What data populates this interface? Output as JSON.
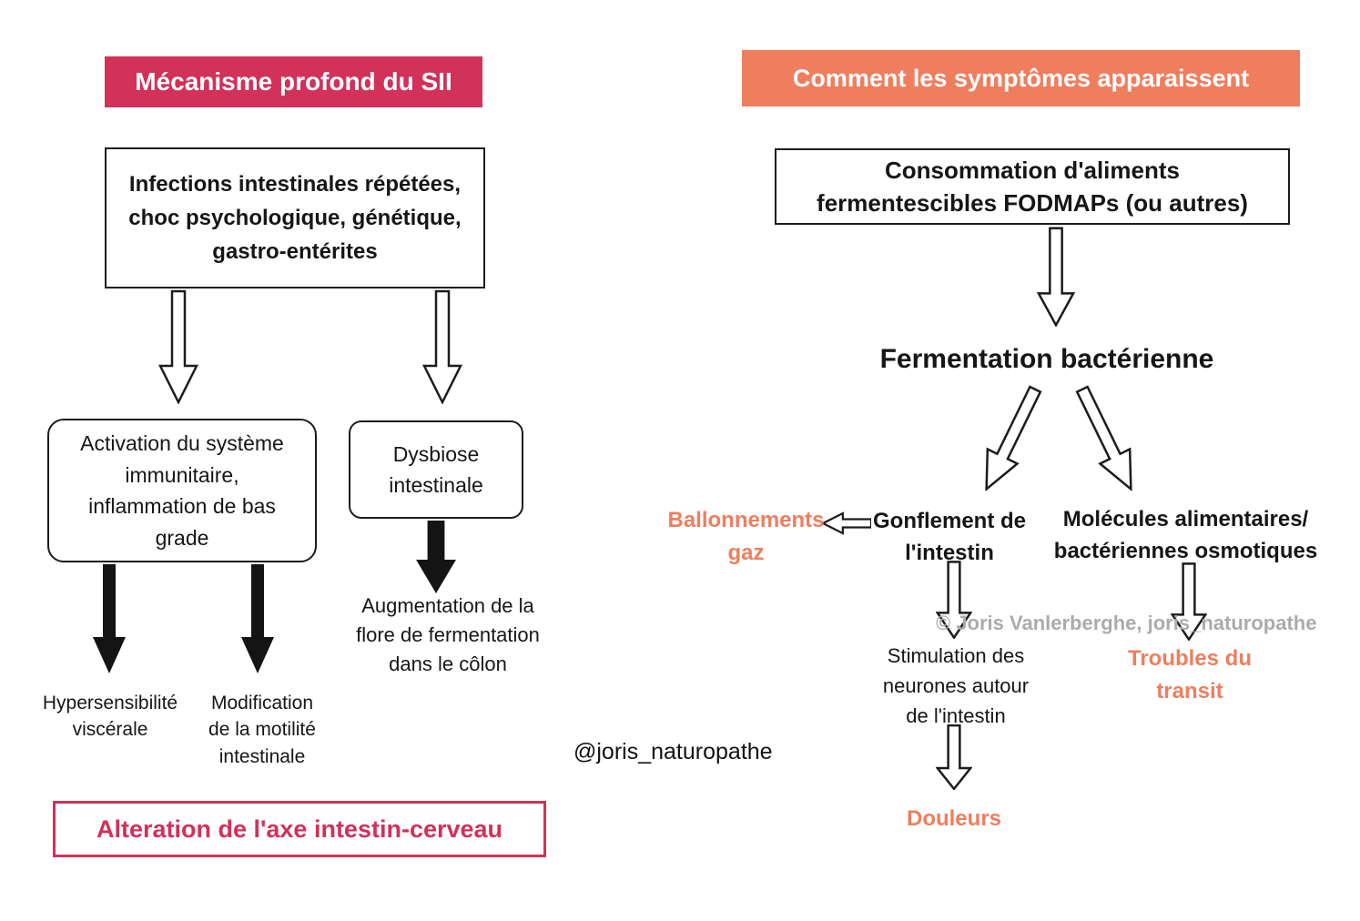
{
  "colors": {
    "pink": "#d23159",
    "salmon": "#ef7e5e",
    "gray": "#ababab"
  },
  "left": {
    "header": "Mécanisme profond du SII",
    "causes_box": "Infections intestinales répétées,\nchoc psychologique, génétique,\ngastro-entérites",
    "immune_box": "Activation du système\nimmunitaire,\ninflammation de bas\ngrade",
    "dysbiosis_box": "Dysbiose\nintestinale",
    "flora_text": "Augmentation de la\nflore de fermentation\ndans le côlon",
    "hypersensitivity_text": "Hypersensibilité\nviscérale",
    "motility_text": "Modification\nde la motilité\nintestinale",
    "outcome_box": "Alteration de l'axe intestin-cerveau"
  },
  "center": {
    "handle": "@joris_naturopathe"
  },
  "right": {
    "header": "Comment les symptômes apparaissent",
    "consumption_box": "Consommation d'aliments\nfermentescibles FODMAPs (ou autres)",
    "fermentation_title": "Fermentation bactérienne",
    "swelling_text": "Gonflement de\nl'intestin",
    "bloating_text": "Ballonnements\ngaz",
    "molecules_text": "Molécules alimentaires/\nbactériennes osmotiques",
    "neurons_text": "Stimulation des\nneurones autour\nde l'intestin",
    "transit_text": "Troubles du\ntransit",
    "pain_text": "Douleurs",
    "watermark": "© Joris Vanlerberghe, joris_naturopathe"
  }
}
